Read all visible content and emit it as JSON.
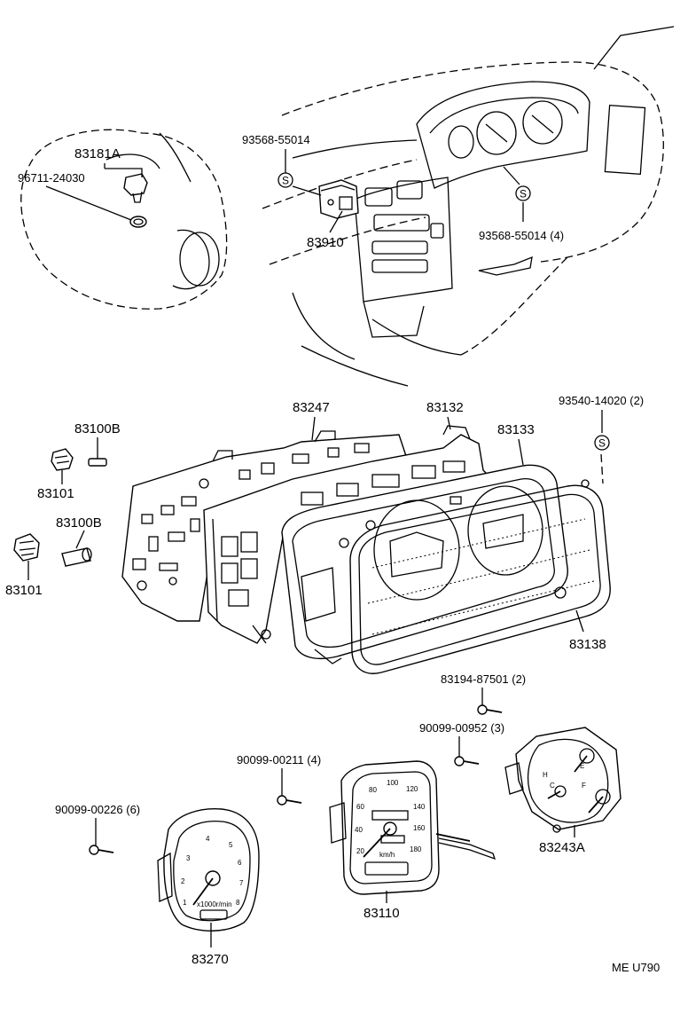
{
  "parts": {
    "p83181A": "83181A",
    "p96711": "96711-24030",
    "p93568a": "93568-55014",
    "p83910": "83910",
    "p93568b": "93568-55014 (4)",
    "p83247": "83247",
    "p83132": "83132",
    "p93540": "93540-14020 (2)",
    "p83133": "83133",
    "p83100B_1": "83100B",
    "p83101_1": "83101",
    "p83100B_2": "83100B",
    "p83101_2": "83101",
    "p83138": "83138",
    "p83194": "83194-87501 (2)",
    "p90099_952": "90099-00952 (3)",
    "p90099_211": "90099-00211 (4)",
    "p90099_226": "90099-00226 (6)",
    "p83243A": "83243A",
    "p83110": "83110",
    "p83270": "83270"
  },
  "symbol_s": "S",
  "footer_code": "ME U790",
  "speedo": {
    "ticks": [
      "20",
      "40",
      "60",
      "80",
      "100",
      "120",
      "140",
      "160",
      "180"
    ],
    "unit": "km/h"
  },
  "tacho": {
    "ticks": [
      "1",
      "2",
      "3",
      "4",
      "5",
      "6",
      "7",
      "8"
    ],
    "unit": "x1000r/min"
  },
  "fuel_temp": {
    "h": "H",
    "c": "C",
    "f": "F",
    "e": "E"
  }
}
